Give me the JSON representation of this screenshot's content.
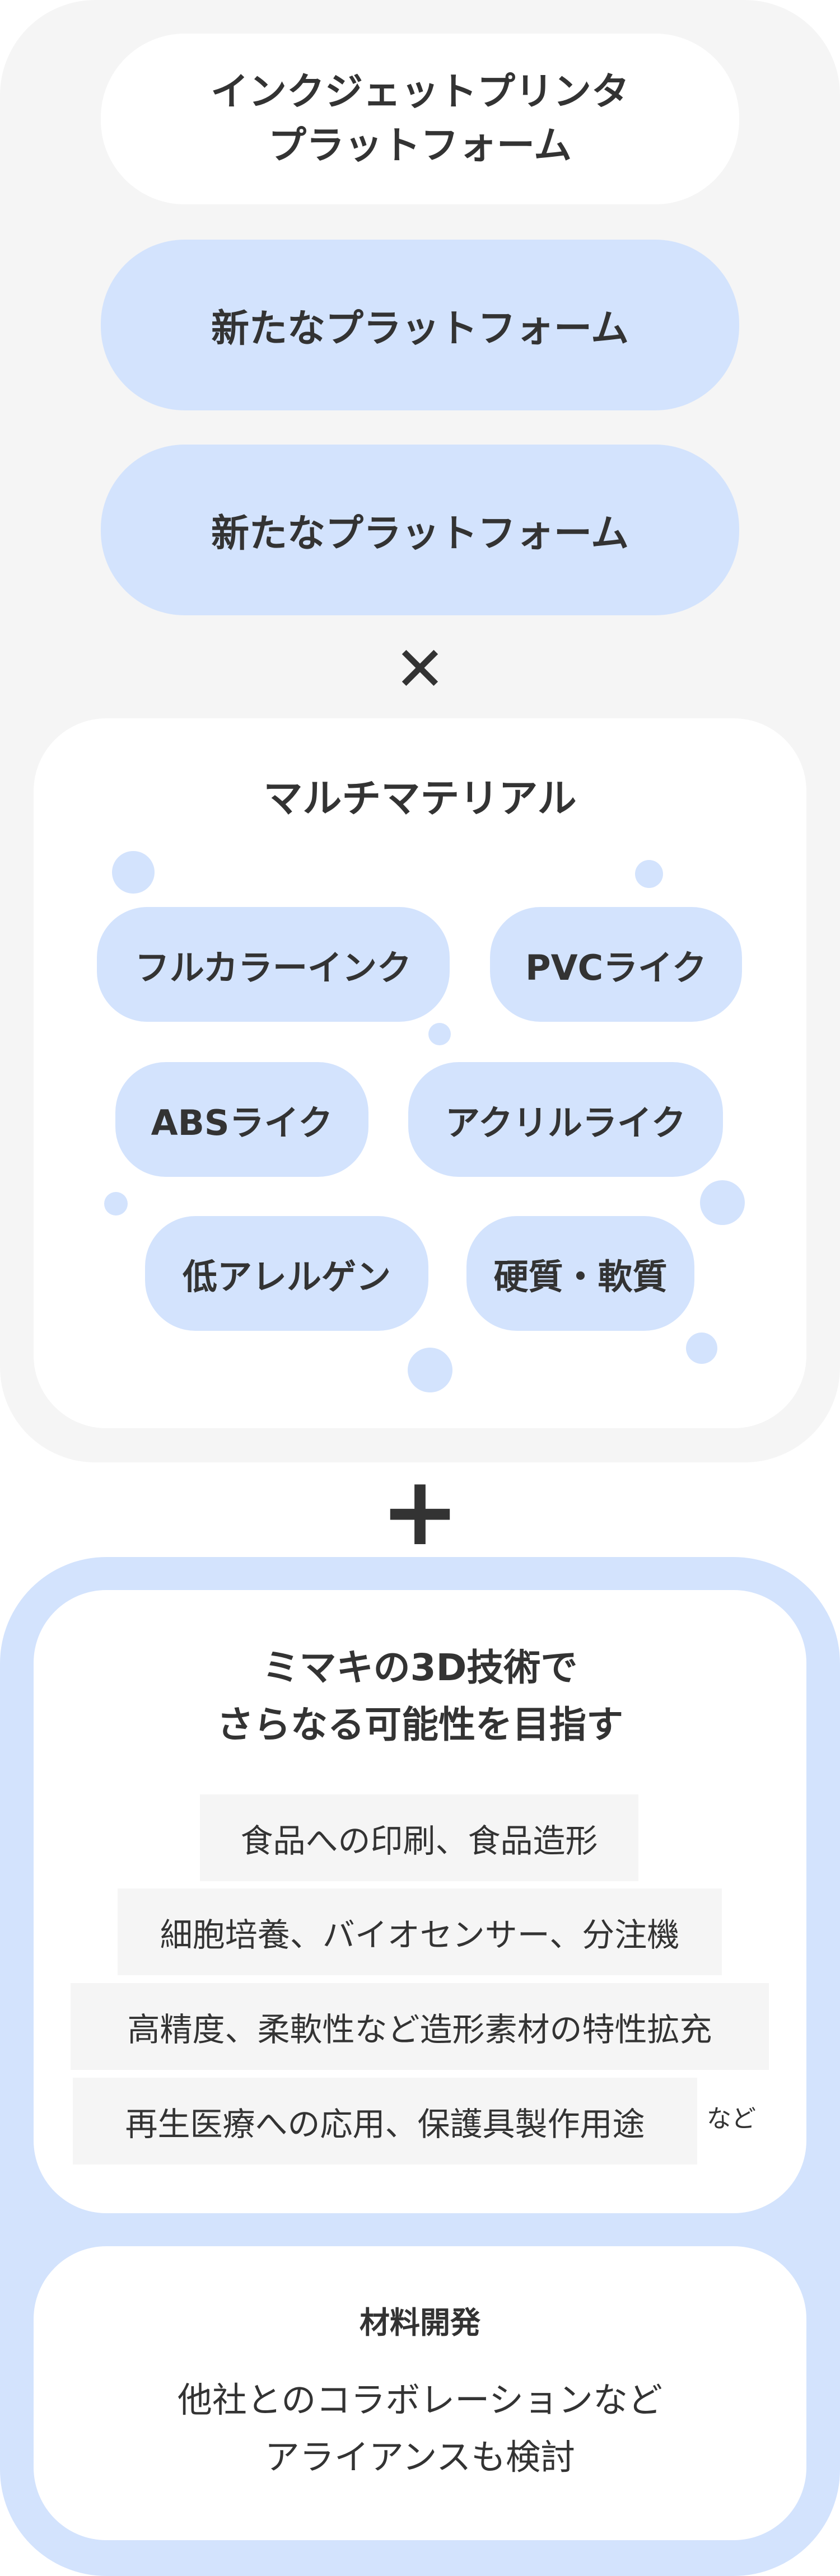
{
  "top": {
    "platform_lines": [
      "インクジェットプリンタ",
      "プラットフォーム"
    ],
    "new_platform_1": "新たなプラットフォーム",
    "new_platform_2": "新たなプラットフォーム",
    "times_symbol": "✕"
  },
  "multimaterial": {
    "title": "マルチマテリアル",
    "chips": [
      "フルカラーインク",
      "PVCライク",
      "ABSライク",
      "アクリルライク",
      "低アレルゲン",
      "硬質・軟質"
    ]
  },
  "plus_symbol": "+",
  "mimaki": {
    "title_lines": [
      "ミマキの3D技術で",
      "さらなる可能性を目指す"
    ],
    "items": [
      "食品への印刷、食品造形",
      "細胞培養、バイオセンサー、分注機",
      "高精度、柔軟性など造形素材の特性拡充",
      "再生医療への応用、保護具製作用途"
    ],
    "etc": "など"
  },
  "material": {
    "title": "材料開発",
    "desc_lines": [
      "他社とのコラボレーションなど",
      "アライアンスも検討"
    ]
  },
  "colors": {
    "light_blue": "#d3e3fd",
    "light_gray": "#f5f5f5",
    "text": "#333333"
  }
}
